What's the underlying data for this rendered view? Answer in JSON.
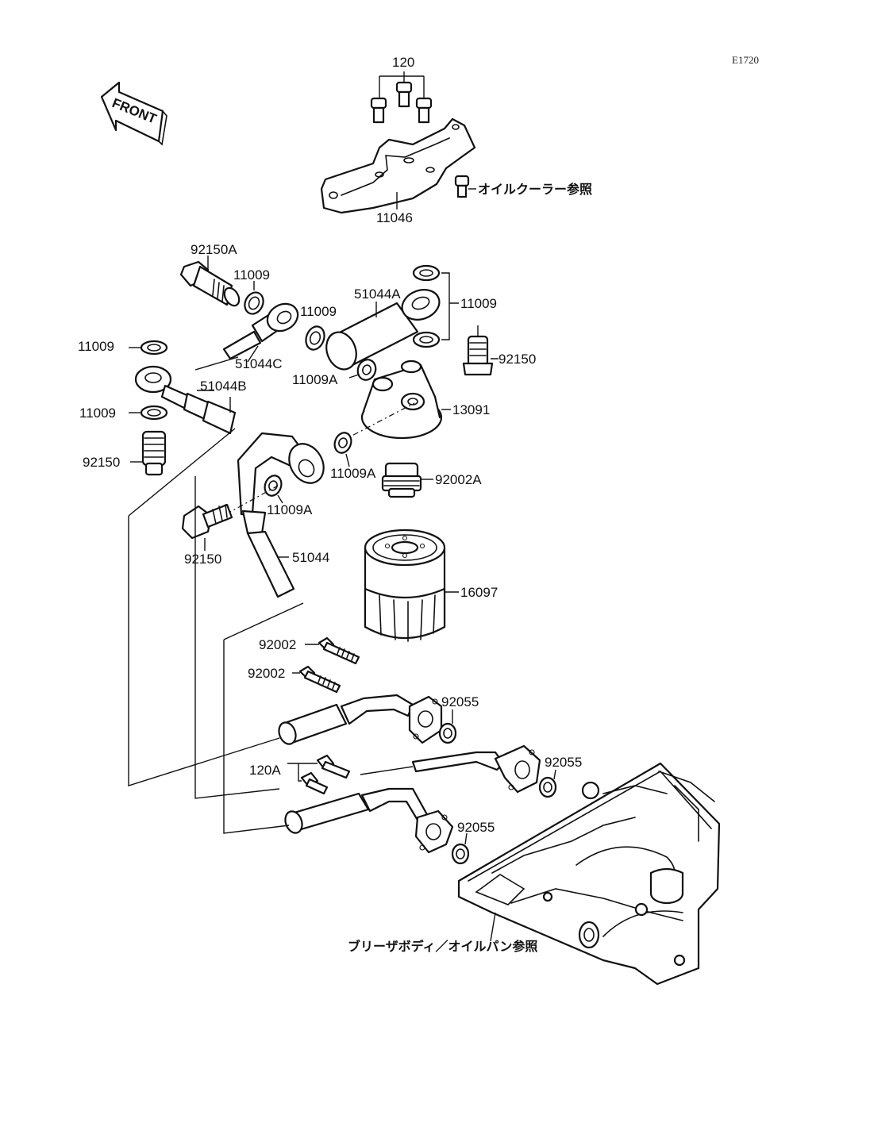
{
  "diagram_code": "E1720",
  "front_label": "FRONT",
  "labels": {
    "p120": "120",
    "p11046": "11046",
    "oil_cooler_ref": "オイルクーラー参照",
    "p92150A": "92150A",
    "p11009_a": "11009",
    "p11009_b": "11009",
    "p51044A": "51044A",
    "p11009_right": "11009",
    "p11009_left_top": "11009",
    "p51044C": "51044C",
    "p92150_right": "92150",
    "p11009A_top": "11009A",
    "p51044B": "51044B",
    "p13091": "13091",
    "p11009_left_mid": "11009",
    "p11009A_mid": "11009A",
    "p92002A": "92002A",
    "p92150_left": "92150",
    "p11009A_low": "11009A",
    "p92150_bottom": "92150",
    "p51044": "51044",
    "p16097": "16097",
    "p92002_a": "92002",
    "p92002_b": "92002",
    "p92055_a": "92055",
    "p92055_b": "92055",
    "p120A": "120A",
    "p92055_c": "92055",
    "breather_ref": "ブリーザボディ／オイルパン参照"
  }
}
